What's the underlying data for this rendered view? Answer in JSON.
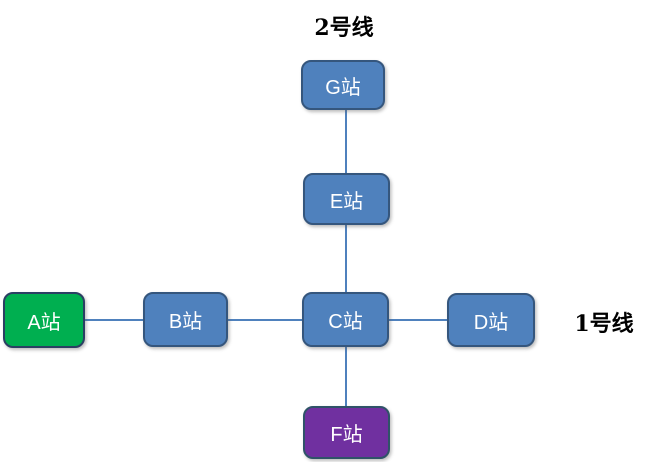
{
  "diagram": {
    "labels": {
      "line2": "2号线",
      "line1": "1号线"
    },
    "colors": {
      "line": "#4F81BD",
      "background": "#FFFFFF",
      "label_text": "#000000"
    },
    "stations": [
      {
        "id": "G",
        "label": "G站",
        "fill": "#4F81BD",
        "border": "#35567D",
        "text_color": "#FFFFFF"
      },
      {
        "id": "E",
        "label": "E站",
        "fill": "#4F81BD",
        "border": "#35567D",
        "text_color": "#FFFFFF"
      },
      {
        "id": "A",
        "label": "A站",
        "fill": "#00AF50",
        "border": "#2A3F63",
        "text_color": "#FFFFFF"
      },
      {
        "id": "B",
        "label": "B站",
        "fill": "#4F81BD",
        "border": "#35567D",
        "text_color": "#FFFFFF"
      },
      {
        "id": "C",
        "label": "C站",
        "fill": "#4F81BD",
        "border": "#35567D",
        "text_color": "#FFFFFF"
      },
      {
        "id": "D",
        "label": "D站",
        "fill": "#4F81BD",
        "border": "#35567D",
        "text_color": "#FFFFFF"
      },
      {
        "id": "F",
        "label": "F站",
        "fill": "#7030A0",
        "border": "#2F5368",
        "text_color": "#FFFFFF"
      }
    ],
    "connections": [
      {
        "from": "G",
        "to": "E"
      },
      {
        "from": "E",
        "to": "C"
      },
      {
        "from": "C",
        "to": "F"
      },
      {
        "from": "A",
        "to": "B"
      },
      {
        "from": "B",
        "to": "C"
      },
      {
        "from": "C",
        "to": "D"
      }
    ]
  }
}
